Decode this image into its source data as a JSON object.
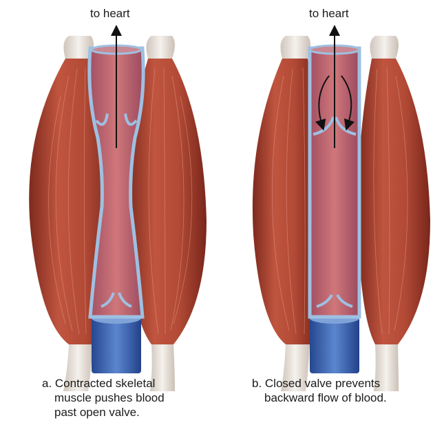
{
  "panels": [
    {
      "id": "a",
      "top_label": "to heart",
      "caption_lines": [
        "a. Contracted skeletal",
        "muscle pushes blood",
        "past open valve."
      ]
    },
    {
      "id": "b",
      "top_label": "to heart",
      "caption_lines": [
        "b. Closed valve prevents",
        "backward flow of blood."
      ]
    }
  ],
  "colors": {
    "muscle": "#b54a38",
    "muscle_dark": "#7e2a1e",
    "tendon": "#e7e1da",
    "vein_wall": "#8fb3d6",
    "vein_blood": "#c26a70",
    "vein_deep_blue": "#3b67b3"
  }
}
